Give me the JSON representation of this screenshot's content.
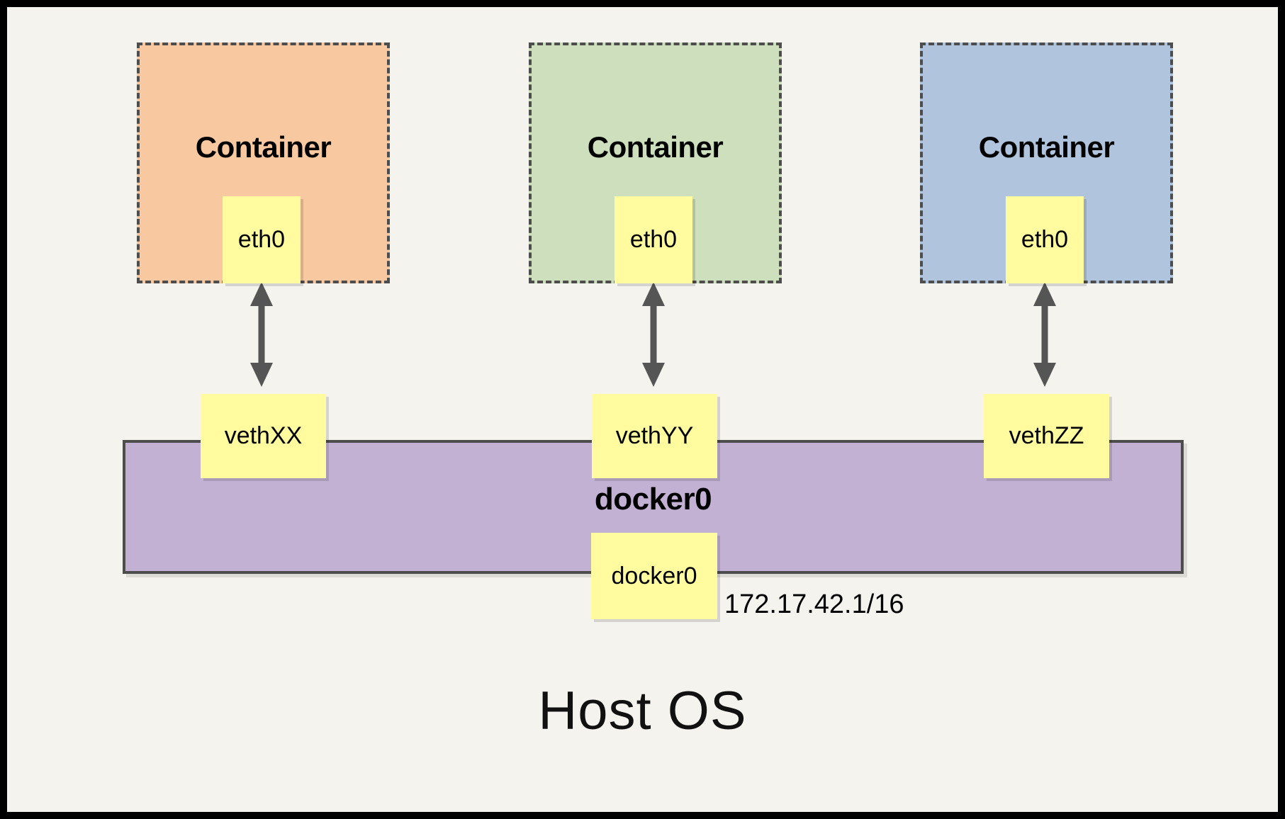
{
  "diagram": {
    "title_bottom": "Host OS",
    "background_color": "#F4F3EE",
    "border_color": "#000000",
    "containers": [
      {
        "label": "Container",
        "fill": "#F8C9A0",
        "border": "#4D4D4D",
        "interface": {
          "label": "eth0",
          "fill": "#FFFB9E"
        },
        "veth": {
          "label": "vethXX",
          "fill": "#FFFB9E"
        }
      },
      {
        "label": "Container",
        "fill": "#CDDFBC",
        "border": "#4D4D4D",
        "interface": {
          "label": "eth0",
          "fill": "#FFFB9E"
        },
        "veth": {
          "label": "vethYY",
          "fill": "#FFFB9E"
        }
      },
      {
        "label": "Container",
        "fill": "#B0C4DE",
        "border": "#4D4D4D",
        "interface": {
          "label": "eth0",
          "fill": "#FFFB9E"
        },
        "veth": {
          "label": "vethZZ",
          "fill": "#FFFB9E"
        }
      }
    ],
    "bridge": {
      "label": "docker0",
      "fill": "#C3B1D4",
      "border": "#4D4D4D",
      "interface": {
        "label": "docker0",
        "fill": "#FFFB9E"
      },
      "ip_address": "172.17.42.1/16"
    },
    "arrow_color": "#555555",
    "arrow_count": 3
  }
}
